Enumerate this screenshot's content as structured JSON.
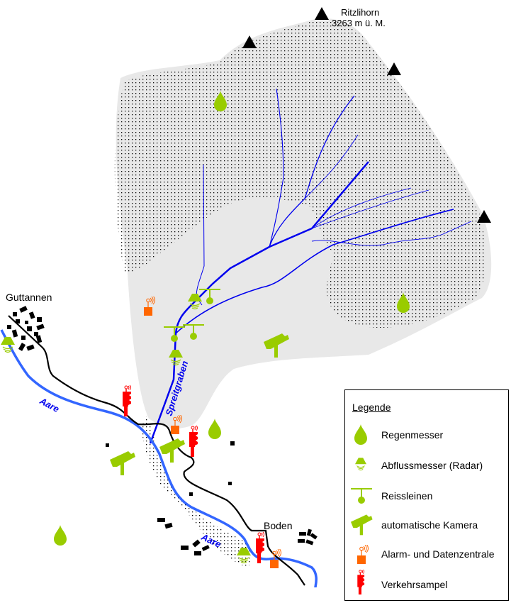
{
  "map": {
    "peak": {
      "name": "Ritzlihorn",
      "elevation": "3263 m ü. M."
    },
    "places": [
      {
        "id": "guttannen",
        "label": "Guttannen"
      },
      {
        "id": "boden",
        "label": "Boden"
      }
    ],
    "rivers": [
      {
        "id": "aare-upper",
        "label": "Aare"
      },
      {
        "id": "aare-lower",
        "label": "Aare"
      },
      {
        "id": "spreitgraben",
        "label": "Spreitgraben"
      }
    ],
    "colors": {
      "catchment": "#e8e8e8",
      "dots": "#000000",
      "torrent": "#0000ee",
      "aare": "#3366ff",
      "road": "#000000",
      "sensor_green": "#99cc00",
      "alarm_orange": "#ff6600",
      "traffic_red": "#ff0000",
      "peak": "#000000"
    }
  },
  "legend": {
    "title": "Legende",
    "items": [
      {
        "icon": "raindrop-icon",
        "label": "Regenmesser"
      },
      {
        "icon": "radar-gauge-icon",
        "label": "Abflussmesser (Radar)"
      },
      {
        "icon": "tripwire-icon",
        "label": "Reissleinen"
      },
      {
        "icon": "camera-icon",
        "label": "automatische Kamera"
      },
      {
        "icon": "alarm-station-icon",
        "label": "Alarm- und Datenzentrale"
      },
      {
        "icon": "traffic-light-icon",
        "label": "Verkehrsampel"
      }
    ]
  }
}
